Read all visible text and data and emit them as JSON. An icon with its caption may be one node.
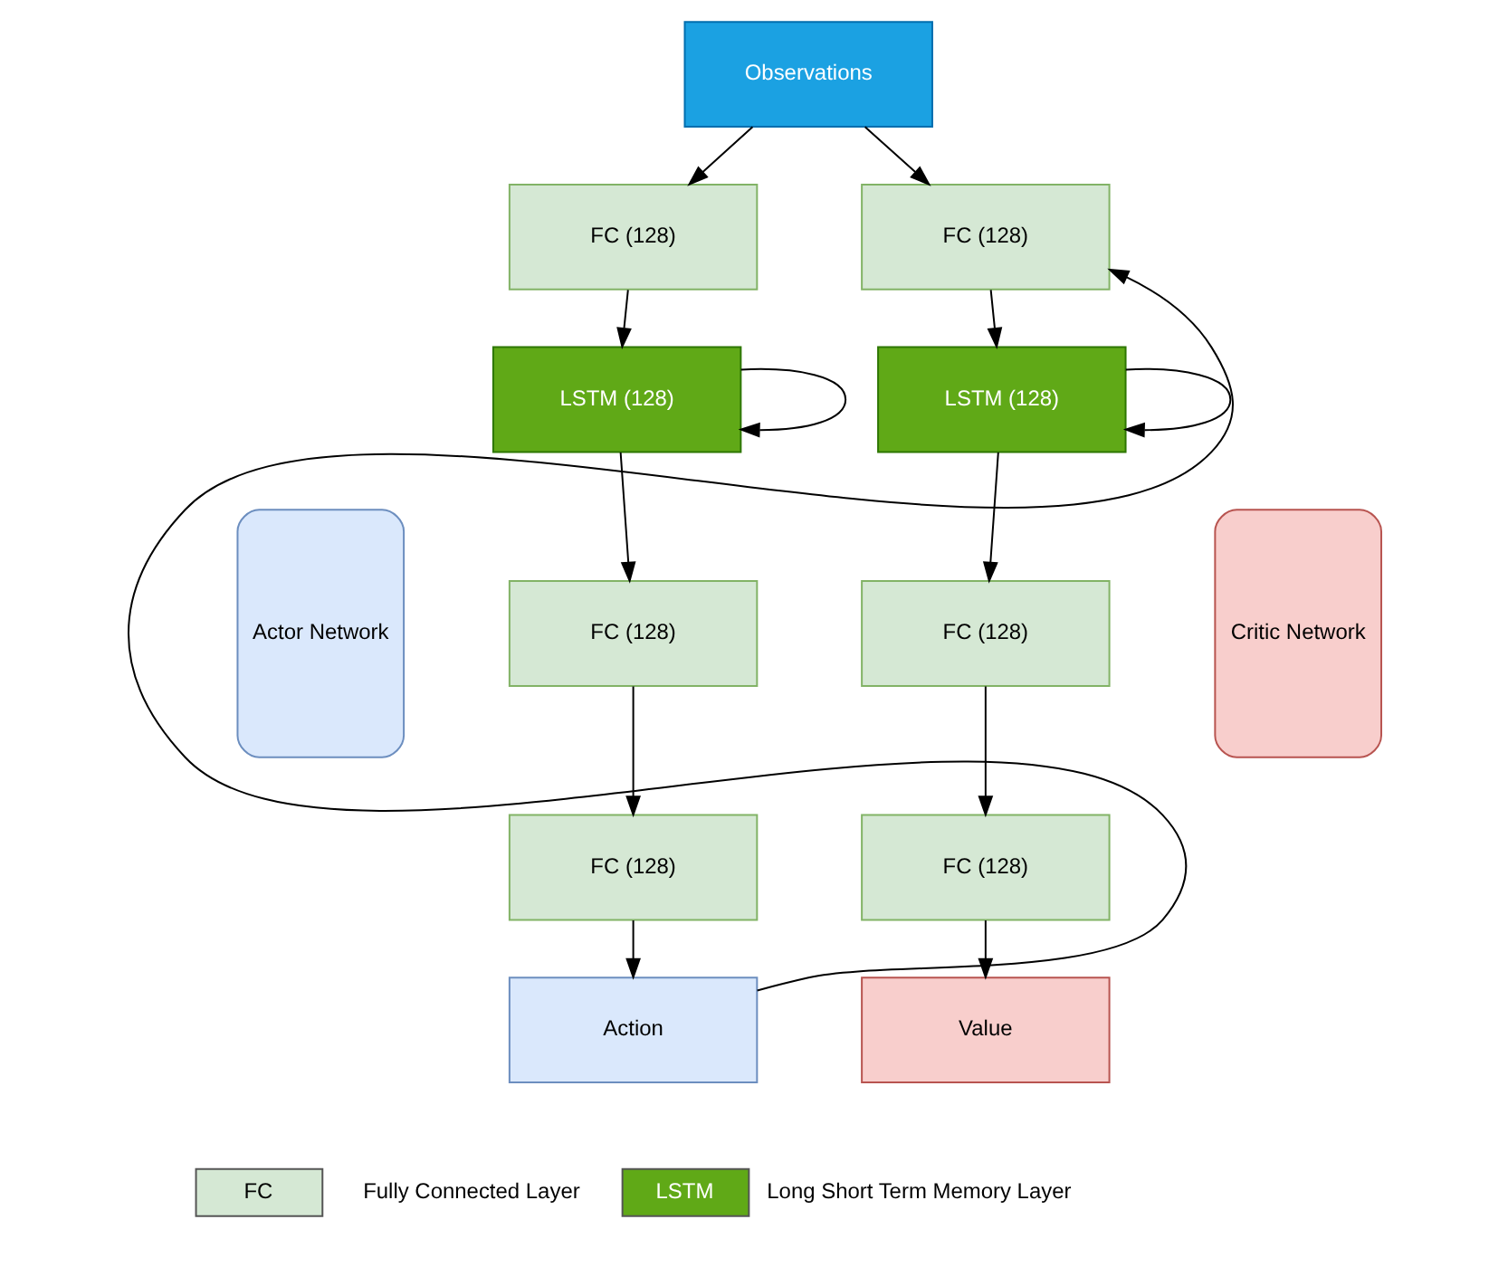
{
  "diagram": {
    "nodes": [
      {
        "text": [
          "Observations"
        ]
      },
      {
        "text": [
          "FC (128)"
        ]
      },
      {
        "text": [
          "LSTM (128)"
        ]
      },
      {
        "text": [
          "FC (128)"
        ]
      },
      {
        "text": [
          "FC (128)"
        ]
      },
      {
        "text": [
          "Action"
        ]
      },
      {
        "text": [
          "FC (128)"
        ]
      },
      {
        "text": [
          "LSTM (128)"
        ]
      },
      {
        "text": [
          "FC (128)"
        ]
      },
      {
        "text": [
          "FC (128)"
        ]
      },
      {
        "text": [
          "Value"
        ]
      },
      {
        "text": [
          "Actor Network"
        ]
      },
      {
        "text": [
          "Critic Network"
        ]
      }
    ],
    "edges": [
      {
        "from": 0,
        "to": 1,
        "arrow": "to"
      },
      {
        "from": 0,
        "to": 6,
        "arrow": "to"
      },
      {
        "from": 1,
        "to": 2,
        "arrow": "to"
      },
      {
        "from": 2,
        "to": 2,
        "arrow": "to"
      },
      {
        "from": 2,
        "to": 3,
        "arrow": "to"
      },
      {
        "from": 3,
        "to": 4,
        "arrow": "to"
      },
      {
        "from": 4,
        "to": 5,
        "arrow": "to"
      },
      {
        "from": 5,
        "to": 6,
        "arrow": "to"
      },
      {
        "from": 6,
        "to": 7,
        "arrow": "to"
      },
      {
        "from": 7,
        "to": 7,
        "arrow": "to"
      },
      {
        "from": 7,
        "to": 8,
        "arrow": "to"
      },
      {
        "from": 8,
        "to": 9,
        "arrow": "to"
      },
      {
        "from": 9,
        "to": 10,
        "arrow": "to"
      }
    ],
    "labels": [
      "FC",
      "LSTM"
    ],
    "legend": [
      {
        "text": "Fully Connected Layer",
        "color": "#d5e8d4"
      },
      {
        "text": "Long Short Term Memory Layer",
        "color": "#60a917"
      }
    ]
  }
}
